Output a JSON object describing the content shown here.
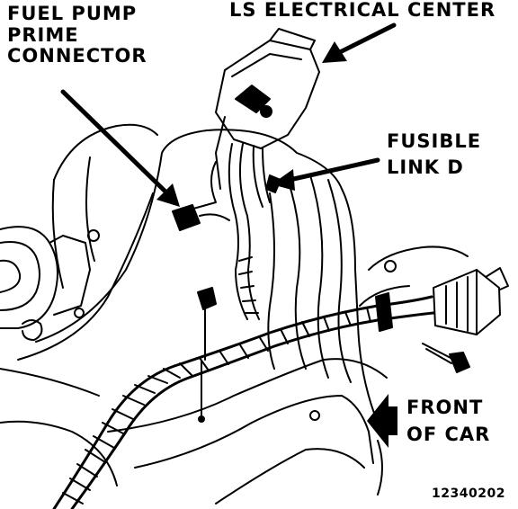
{
  "labels": {
    "fuel_pump": [
      "FUEL PUMP",
      "PRIME",
      "CONNECTOR"
    ],
    "ls_center": "LS ELECTRICAL CENTER",
    "fusible_link": [
      "FUSIBLE",
      "LINK D"
    ],
    "front_of_car": [
      "FRONT",
      "OF CAR"
    ],
    "figure_number": "12340202"
  },
  "colors": {
    "ink": "#000000",
    "paper": "#ffffff"
  }
}
